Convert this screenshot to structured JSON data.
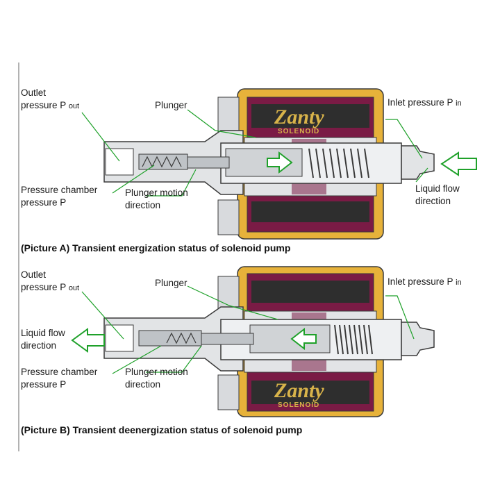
{
  "colors": {
    "housing": "#e2e4e6",
    "steel": "#bfc3c7",
    "outline": "#3a3a3a",
    "coil_frame": "#e7b23a",
    "coil_winding": "#7a1b45",
    "coil_core": "#2e2e2e",
    "leader": "#1fa12a",
    "arrow_fill": "#ffffff",
    "arrow_stroke": "#1fa12a",
    "brand": "#d8b34a",
    "border": "#999999"
  },
  "brand": {
    "name": "Zanty",
    "sub": "SOLENOID"
  },
  "pictureA": {
    "outlet": {
      "line1": "Outlet",
      "line2": "pressure P",
      "sub": "out"
    },
    "plunger": "Plunger",
    "inlet": {
      "line1": "Inlet pressure P",
      "sub": "in"
    },
    "chamber": {
      "line1": "Pressure chamber",
      "line2": "pressure P"
    },
    "motion": {
      "line1": "Plunger motion",
      "line2": "direction"
    },
    "flow": {
      "line1": "Liquid flow",
      "line2": "direction"
    },
    "caption": "(Picture A) Transient energization status of solenoid pump"
  },
  "pictureB": {
    "outlet": {
      "line1": "Outlet",
      "line2": "pressure P",
      "sub": "out"
    },
    "plunger": "Plunger",
    "inlet": {
      "line1": "Inlet pressure P",
      "sub": "in"
    },
    "flow": {
      "line1": "Liquid flow",
      "line2": "direction"
    },
    "chamber": {
      "line1": "Pressure chamber",
      "line2": "pressure P"
    },
    "motion": {
      "line1": "Plunger motion",
      "line2": "direction"
    },
    "caption": "(Picture B) Transient deenergization status of solenoid pump"
  }
}
